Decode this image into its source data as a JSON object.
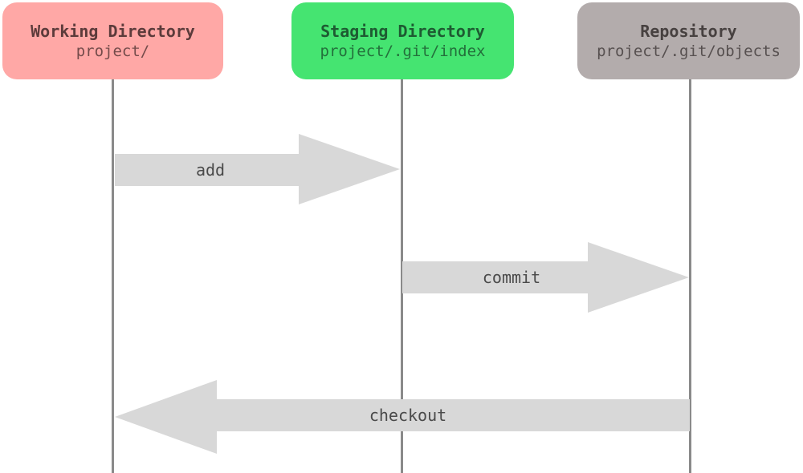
{
  "diagram": {
    "columns": [
      {
        "title": "Working Directory",
        "subtitle": "project/",
        "fill": "#FFA8A6",
        "text_color": "#5C3B3B"
      },
      {
        "title": "Staging Directory",
        "subtitle": "project/.git/index",
        "fill": "#45E471",
        "text_color": "#1E5B32"
      },
      {
        "title": "Repository",
        "subtitle": "project/.git/objects",
        "fill": "#B3ACAC",
        "text_color": "#474140"
      }
    ],
    "arrows": [
      {
        "label": "add",
        "from": "Working Directory",
        "to": "Staging Directory",
        "direction": "right"
      },
      {
        "label": "commit",
        "from": "Staging Directory",
        "to": "Repository",
        "direction": "right"
      },
      {
        "label": "checkout",
        "from": "Repository",
        "to": "Working Directory",
        "direction": "left"
      }
    ],
    "colors": {
      "arrow_fill": "#D8D8D8",
      "lifeline": "#8A8A8A",
      "arrow_label": "#4A4A4A",
      "background": "#FFFFFF"
    }
  }
}
